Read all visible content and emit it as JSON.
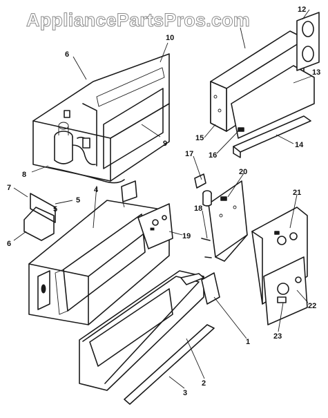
{
  "watermark": "AppliancePartsPros.com",
  "callouts": [
    "1",
    "2",
    "3",
    "4",
    "5",
    "5",
    "6",
    "6",
    "7",
    "8",
    "9",
    "10",
    "12",
    "13",
    "14",
    "15",
    "16",
    "17",
    "18",
    "19",
    "20",
    "21",
    "22",
    "23"
  ]
}
